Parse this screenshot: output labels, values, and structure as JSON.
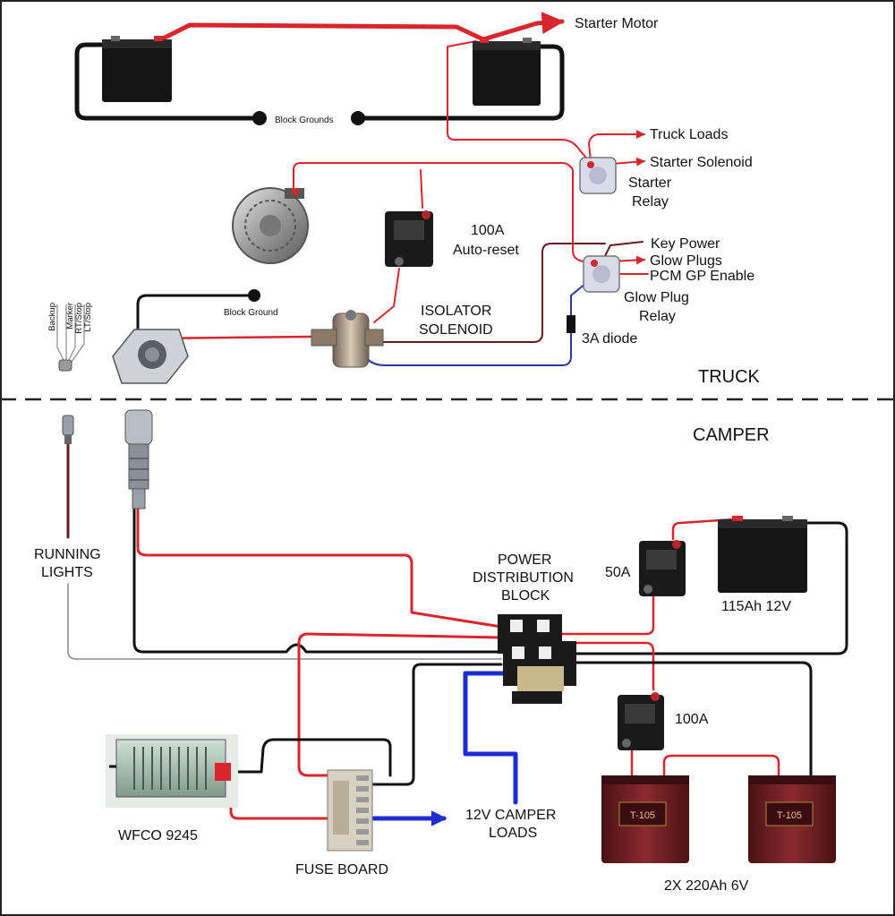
{
  "colors": {
    "red": "#d8262c",
    "black": "#111111",
    "blue": "#1f2ccf",
    "dark_red": "#6b1a1a",
    "gray": "#888888",
    "dark_blue": "#2a3a9a"
  },
  "sections": {
    "truck": "TRUCK",
    "camper": "CAMPER"
  },
  "labels": {
    "starter_motor": "Starter Motor",
    "block_grounds": "Block Grounds",
    "truck_loads": "Truck Loads",
    "starter_solenoid": "Starter Solenoid",
    "starter_relay_1": "Starter",
    "starter_relay_2": "Relay",
    "breaker_100a_1": "100A",
    "breaker_100a_2": "Auto-reset",
    "key_power": "Key Power",
    "glow_plugs": "Glow Plugs",
    "pcm_gp_enable": "PCM GP Enable",
    "glow_plug_relay_1": "Glow Plug",
    "glow_plug_relay_2": "Relay",
    "block_ground": "Block Ground",
    "isolator_1": "ISOLATOR",
    "isolator_2": "SOLENOID",
    "diode": "3A diode",
    "trailer_wires": [
      "LT/Stop",
      "RT/Stop",
      "Marker",
      "Backup"
    ],
    "running_lights_1": "RUNNING",
    "running_lights_2": "LIGHTS",
    "pdb_1": "POWER",
    "pdb_2": "DISTRIBUTION",
    "pdb_3": "BLOCK",
    "breaker_50a": "50A",
    "battery_115": "115Ah 12V",
    "breaker_100a_camper": "100A",
    "camper_loads_1": "12V CAMPER",
    "camper_loads_2": "LOADS",
    "wfco": "WFCO 9245",
    "fuse_board": "FUSE BOARD",
    "batteries_6v": "2X 220Ah 6V"
  },
  "icons": {
    "truck_battery_left": "car-battery-icon",
    "truck_battery_right": "car-battery-icon",
    "alternator": "alternator-icon",
    "circuit_breaker": "circuit-breaker-icon",
    "relay": "relay-icon",
    "isolator_solenoid": "solenoid-icon",
    "trailer_socket": "trailer-socket-icon",
    "trailer_plug": "trailer-plug-icon",
    "converter": "power-converter-icon",
    "fuse_board": "fuse-board-icon",
    "deep_cycle_battery": "deep-cycle-battery-icon",
    "golf_cart_battery": "golf-cart-battery-icon"
  }
}
